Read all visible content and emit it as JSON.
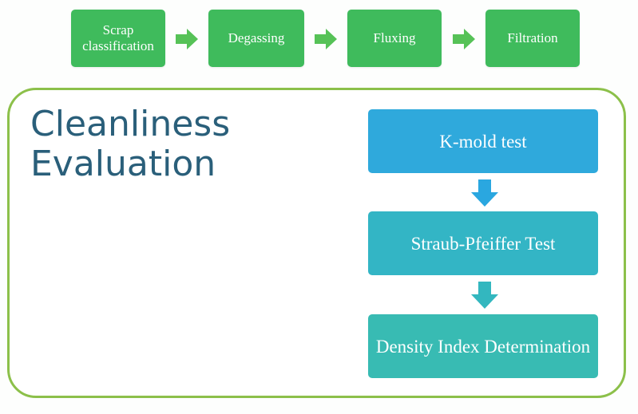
{
  "process_steps": [
    {
      "label": "Scrap classification"
    },
    {
      "label": "Degassing"
    },
    {
      "label": "Fluxing"
    },
    {
      "label": "Filtration"
    }
  ],
  "evaluation": {
    "title": "Cleanliness Evaluation",
    "tests": [
      {
        "label": "K-mold test"
      },
      {
        "label": "Straub-Pfeiffer Test"
      },
      {
        "label": "Density Index Determination"
      }
    ]
  },
  "colors": {
    "step_fill": "#3fbb5c",
    "step_arrow": "#56c257",
    "panel_border": "#8cc04a",
    "title_text": "#2a5f7a",
    "test_fills": [
      "#2fa9dc",
      "#33b5c5",
      "#38bbb3"
    ],
    "test_arrows": [
      "#2aa7e0",
      "#33b7bf"
    ]
  },
  "icons": {
    "step_arrow": "arrow-right-icon",
    "test_arrow": "arrow-down-icon"
  }
}
